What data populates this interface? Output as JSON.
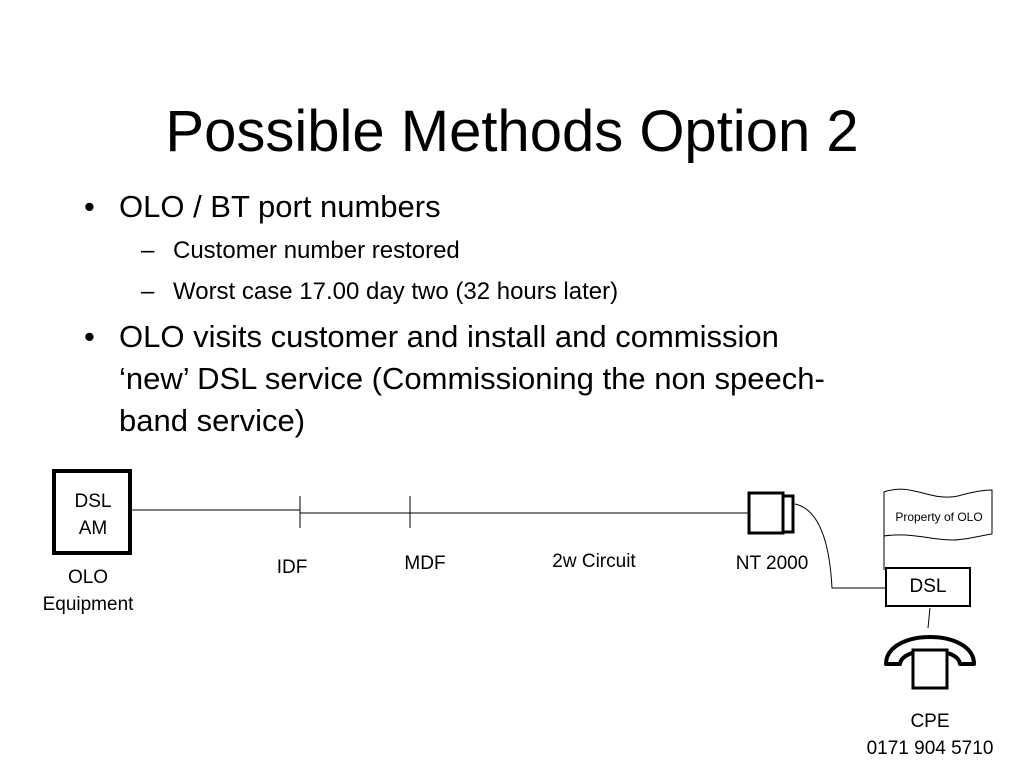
{
  "slide": {
    "title": "Possible Methods Option 2",
    "bullets": [
      {
        "text": "OLO / BT port numbers",
        "sub": [
          "Customer number restored",
          "Worst case 17.00 day two (32 hours later)"
        ]
      },
      {
        "lines": [
          "OLO visits customer and install and commission",
          "‘new’ DSL service (Commissioning the non speech-",
          "band service)"
        ]
      }
    ],
    "bullet_symbol": "•",
    "sub_symbol": "–"
  },
  "diagram": {
    "dslam_label_line1": "DSL",
    "dslam_label_line2": "AM",
    "olo_label_line1": "OLO",
    "olo_label_line2": "Equipment",
    "idf_label": "IDF",
    "mdf_label": "MDF",
    "circuit_label": "2w Circuit",
    "nt_label": "NT 2000",
    "property_label": "Property of OLO",
    "dsl_box_label": "DSL",
    "cpe_label": "CPE",
    "cpe_number": "0171 904 5710",
    "icons": [
      "nt-socket-icon",
      "telephone-icon",
      "flag-banner-icon"
    ]
  }
}
